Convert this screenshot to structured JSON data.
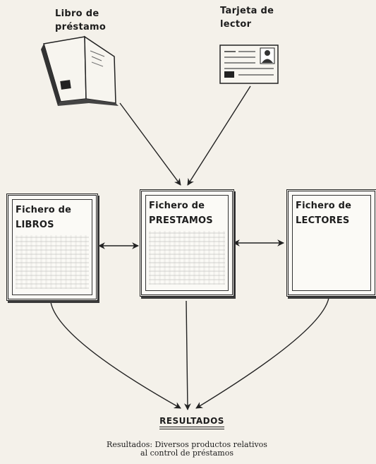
{
  "inputs": {
    "libro": {
      "line1": "Libro de",
      "line2": "préstamo",
      "icon": "open-book-icon"
    },
    "tarjeta": {
      "line1": "Tarjeta de",
      "line2": "lector",
      "icon": "reader-card-icon"
    }
  },
  "files": {
    "libros": {
      "line1": "Fichero de",
      "line2": "LIBROS"
    },
    "prestamos": {
      "line1": "Fichero de",
      "line2": "PRESTAMOS"
    },
    "lectores": {
      "line1": "Fichero de",
      "line2": "LECTORES"
    }
  },
  "output": {
    "label": "RESULTADOS"
  },
  "caption": {
    "line1": "Resultados: Diversos productos relativos",
    "line2": "al control de préstamos"
  }
}
